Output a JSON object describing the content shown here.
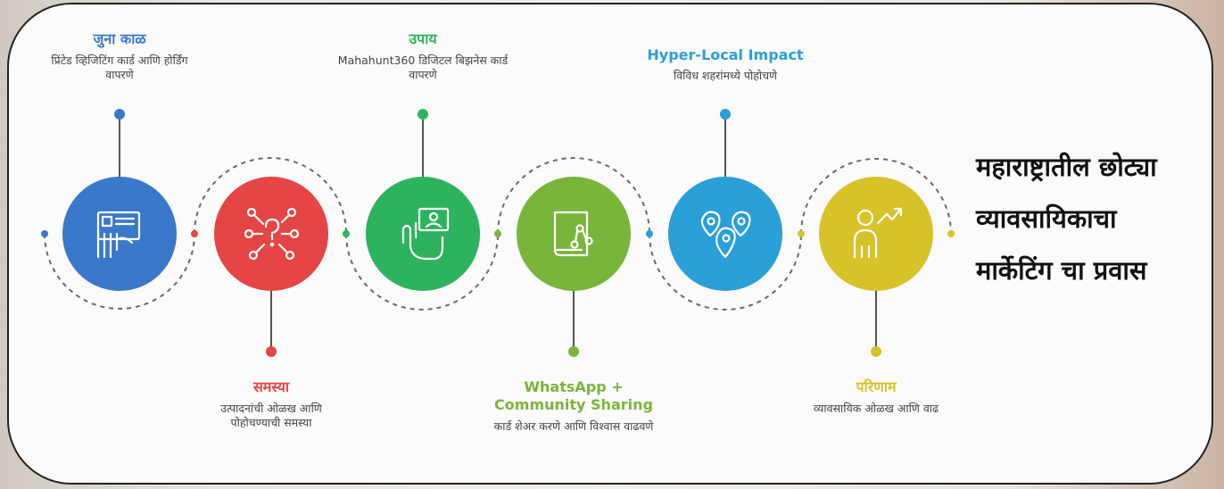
{
  "side_title": "महाराष्ट्रातील छोट्या व्यावसायिकाचा मार्केटिंग चा प्रवास",
  "steps": [
    {
      "title": "जुना काळ",
      "desc": "प्रिंटेड व्हिजिटिंग कार्ड आणि होर्डिंग वापरणे",
      "color": "#3a78c9",
      "icon": "business-card-icon"
    },
    {
      "title": "समस्या",
      "desc": "उत्पादनांची ओळख आणि पोहोचण्याची समस्या",
      "color": "#e54545",
      "icon": "question-network-icon"
    },
    {
      "title": "उपाय",
      "desc": "Mahahunt360 डिजिटल बिझनेस कार्ड वापरणे",
      "color": "#2db35e",
      "icon": "hand-card-icon"
    },
    {
      "title": "WhatsApp + Community Sharing",
      "desc": "कार्ड शेअर करणे आणि विश्वास वाढवणे",
      "color": "#79b53a",
      "icon": "share-book-icon"
    },
    {
      "title": "Hyper-Local Impact",
      "desc": "विविध शहरांमध्ये पोहोचणे",
      "color": "#2a9fd8",
      "icon": "location-pins-icon"
    },
    {
      "title": "परिणाम",
      "desc": "व्यावसायिक ओळख आणि वाढ",
      "color": "#d8c22a",
      "icon": "growth-person-icon"
    }
  ]
}
